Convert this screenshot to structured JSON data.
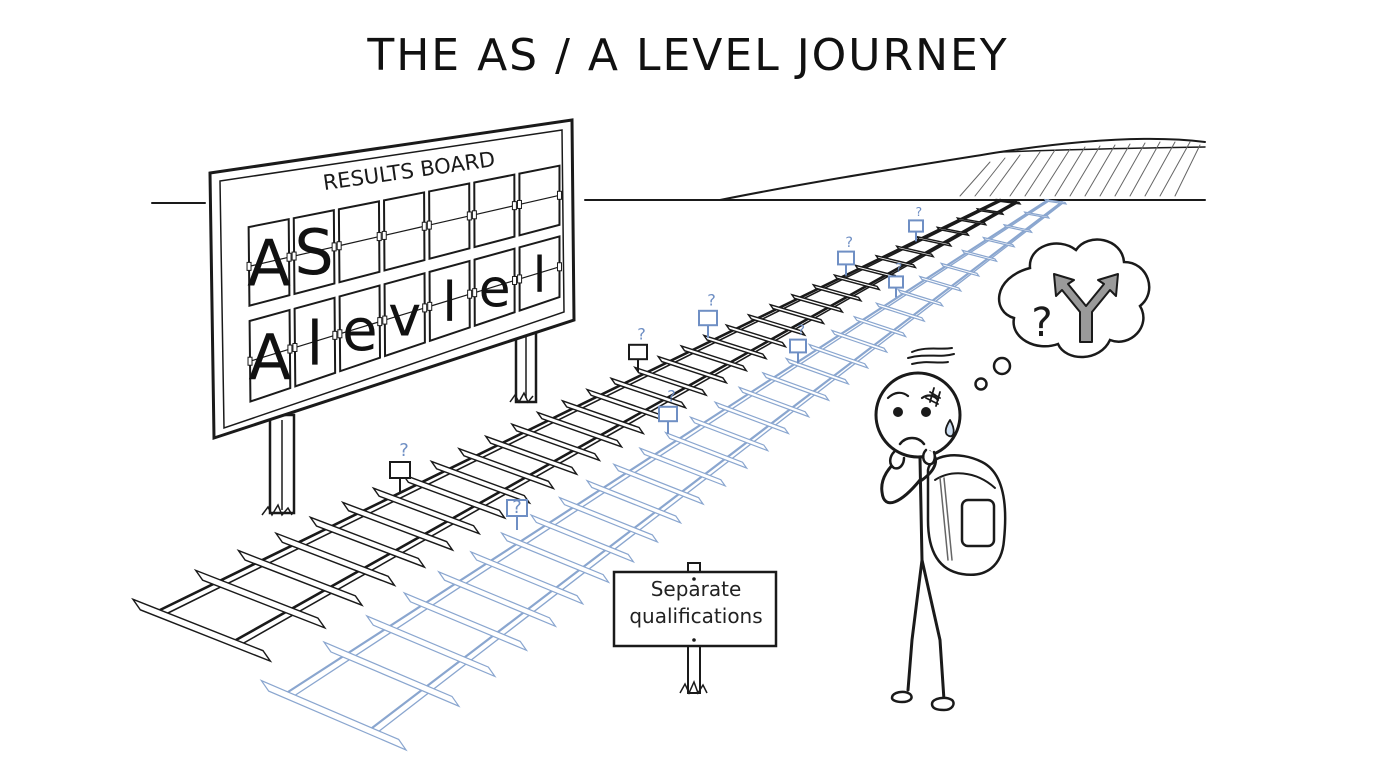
{
  "title": "THE AS / A LEVEL JOURNEY",
  "board": {
    "label": "RESULTS BOARD",
    "row1_tiles": [
      "A",
      "S",
      "",
      "",
      "",
      "",
      ""
    ],
    "row2_tiles": [
      "A",
      "l",
      "e",
      "v",
      "l",
      "e",
      "l"
    ]
  },
  "sign": {
    "line1": "Separate",
    "line2": "qualifications"
  },
  "question_mark": "?",
  "thought": {
    "question": "?",
    "icon": "fork-arrow-icon"
  },
  "colors": {
    "ink": "#1a1a1a",
    "track_blue": "#8aa6cf",
    "marker_blue": "#6f8fc4",
    "fork_gray": "#9a9a9a"
  },
  "icons": [
    "worry-squiggle-icon",
    "sweat-drop-icon",
    "backpack-icon",
    "fork-arrow-icon"
  ]
}
